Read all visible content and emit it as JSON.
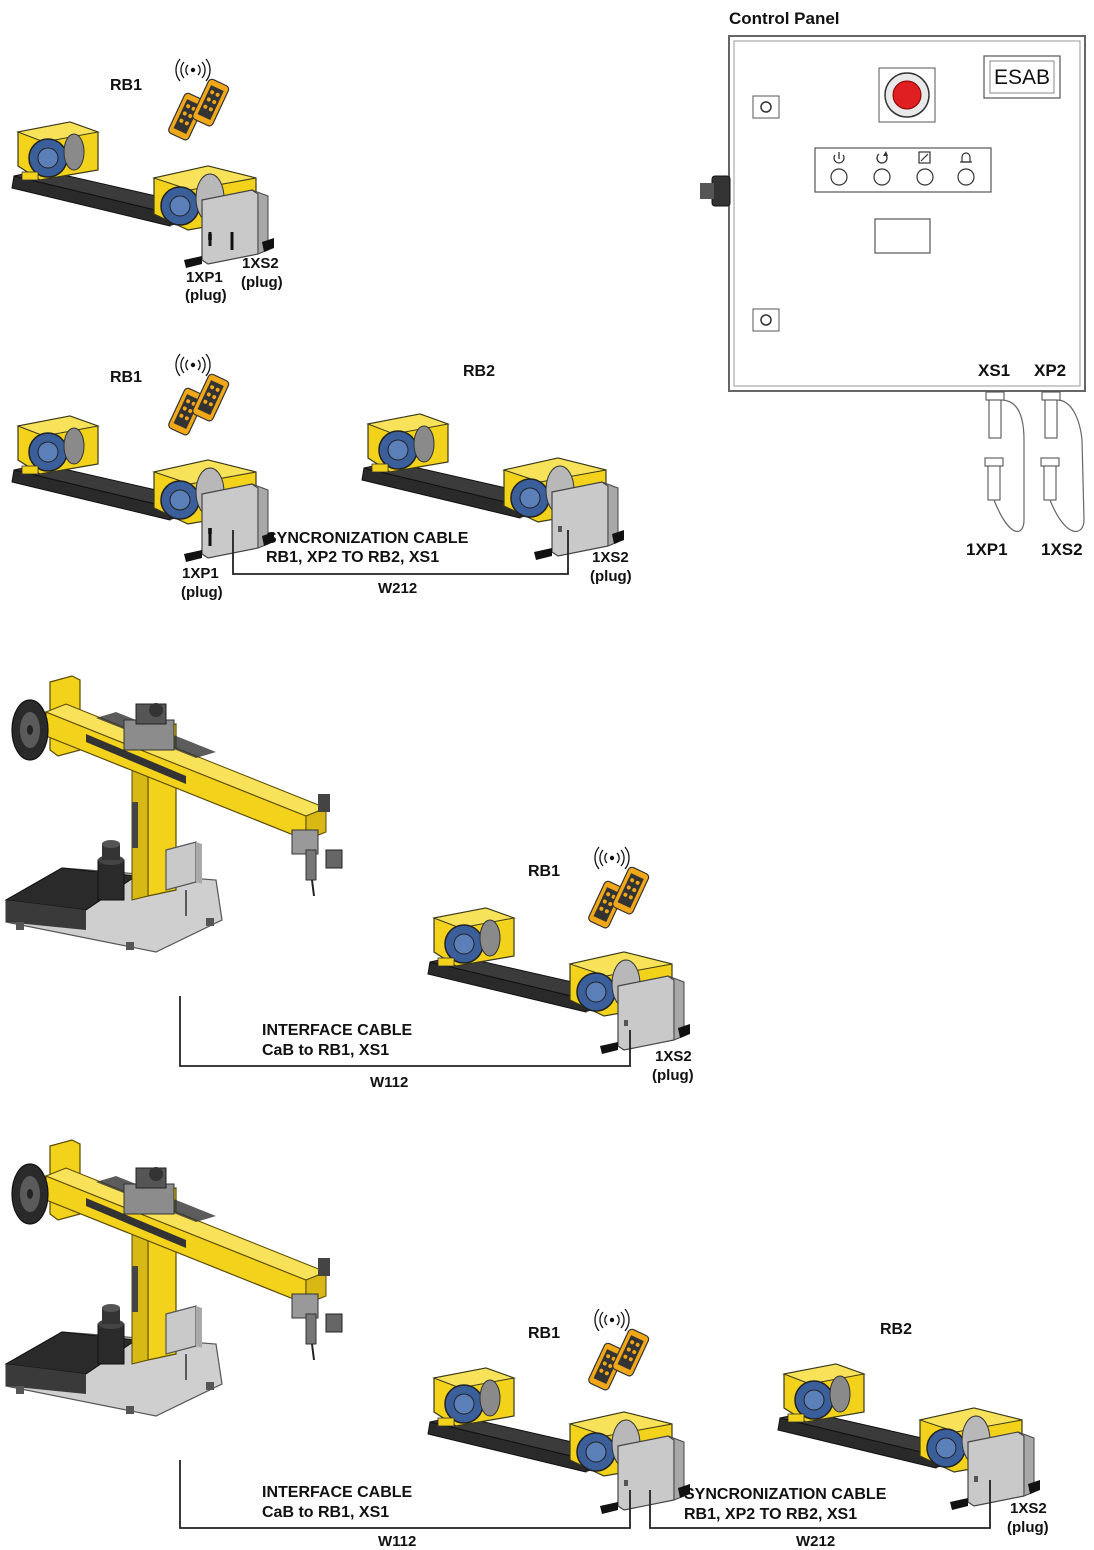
{
  "control_panel": {
    "title": "Control Panel",
    "brand": "ESAB",
    "socket_xs1": "XS1",
    "socket_xp2": "XP2",
    "plug_1xp1": "1XP1",
    "plug_1xs2": "1XS2"
  },
  "scene1": {
    "rb1": "RB1",
    "plug_a_name": "1XP1",
    "plug_a_sub": "(plug)",
    "plug_b_name": "1XS2",
    "plug_b_sub": "(plug)"
  },
  "scene2": {
    "rb1": "RB1",
    "rb2": "RB2",
    "cable_title": "SYNCRONIZATION CABLE",
    "cable_desc": "RB1, XP2 TO RB2, XS1",
    "cable_id": "W212",
    "plug_a_name": "1XP1",
    "plug_a_sub": "(plug)",
    "plug_b_name": "1XS2",
    "plug_b_sub": "(plug)"
  },
  "scene3": {
    "rb1": "RB1",
    "cable_title": "INTERFACE CABLE",
    "cable_desc": "CaB to RB1, XS1",
    "cable_id": "W112",
    "plug_b_name": "1XS2",
    "plug_b_sub": "(plug)"
  },
  "scene4": {
    "rb1": "RB1",
    "rb2": "RB2",
    "cable1_title": "INTERFACE CABLE",
    "cable1_desc": "CaB to RB1, XS1",
    "cable1_id": "W112",
    "cable2_title": "SYNCRONIZATION CABLE",
    "cable2_desc": "RB1, XP2 TO RB2, XS1",
    "cable2_id": "W212",
    "plug_b_name": "1XS2",
    "plug_b_sub": "(plug)"
  },
  "colors": {
    "machine_yellow": "#f2d21b",
    "base_black": "#2a2a2a",
    "motor_blue": "#3a5f9a",
    "panel_grey": "#c9c9c9",
    "estop_red": "#e02020",
    "cable": "#222222"
  }
}
